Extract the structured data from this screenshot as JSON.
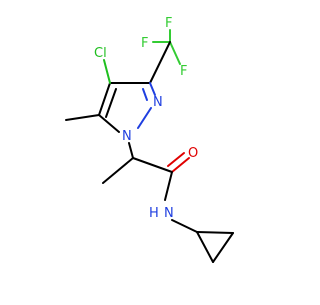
{
  "molecule": {
    "atom_labels": {
      "cl": "Cl",
      "f1": "F",
      "f2": "F",
      "f3": "F",
      "n_ring_2": "N",
      "n_ring_1": "N",
      "o": "O",
      "nh": "N",
      "h": "H"
    },
    "colors": {
      "carbon_bond": "#000000",
      "chlorine": "#1fbf1f",
      "fluorine": "#33cc33",
      "nitrogen": "#1f3fe0",
      "oxygen": "#e00000"
    }
  }
}
